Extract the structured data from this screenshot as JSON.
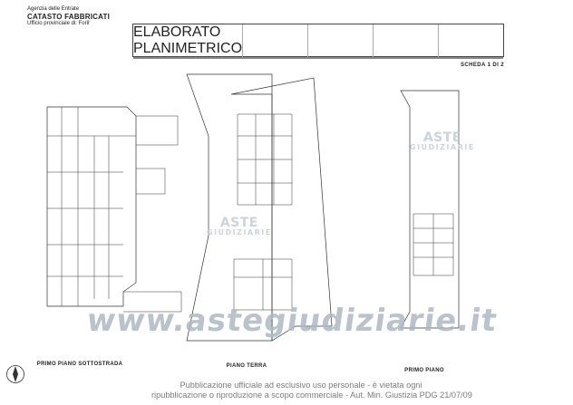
{
  "agency": {
    "line1": "Agenzia delle Entrate",
    "line2": "CATASTO FABBRICATI",
    "line3": "Ufficio provinciale di: Forli'"
  },
  "margin_left": "",
  "margin_right": "",
  "header": {
    "row1": [
      "ELABORATO PLANIMETRICO",
      "",
      "",
      "",
      ""
    ],
    "row2": [
      "",
      "",
      "",
      "",
      ""
    ],
    "row3": [
      "",
      "",
      "",
      ""
    ]
  },
  "scheda": "SCHEDA 1 DI 2",
  "plans": {
    "first_basement": "PRIMO PIANO SOTTOSTRADA",
    "ground_floor": "PIANO TERRA",
    "first_floor": "PRIMO PIANO"
  },
  "watermark": {
    "main": "www.astegiudiziarie.it",
    "small_l1": "ASTE",
    "small_l2": "GIUDIZIARIE"
  },
  "notice": {
    "line1": "Pubblicazione ufficiale ad esclusivo uso personale - è vietata ogni",
    "line2": "ripubblicazione o riproduzione a scopo commerciale - Aut. Min. Giustizia PDG 21/07/09"
  },
  "footer": "",
  "icons": {
    "compass": "compass-icon"
  }
}
